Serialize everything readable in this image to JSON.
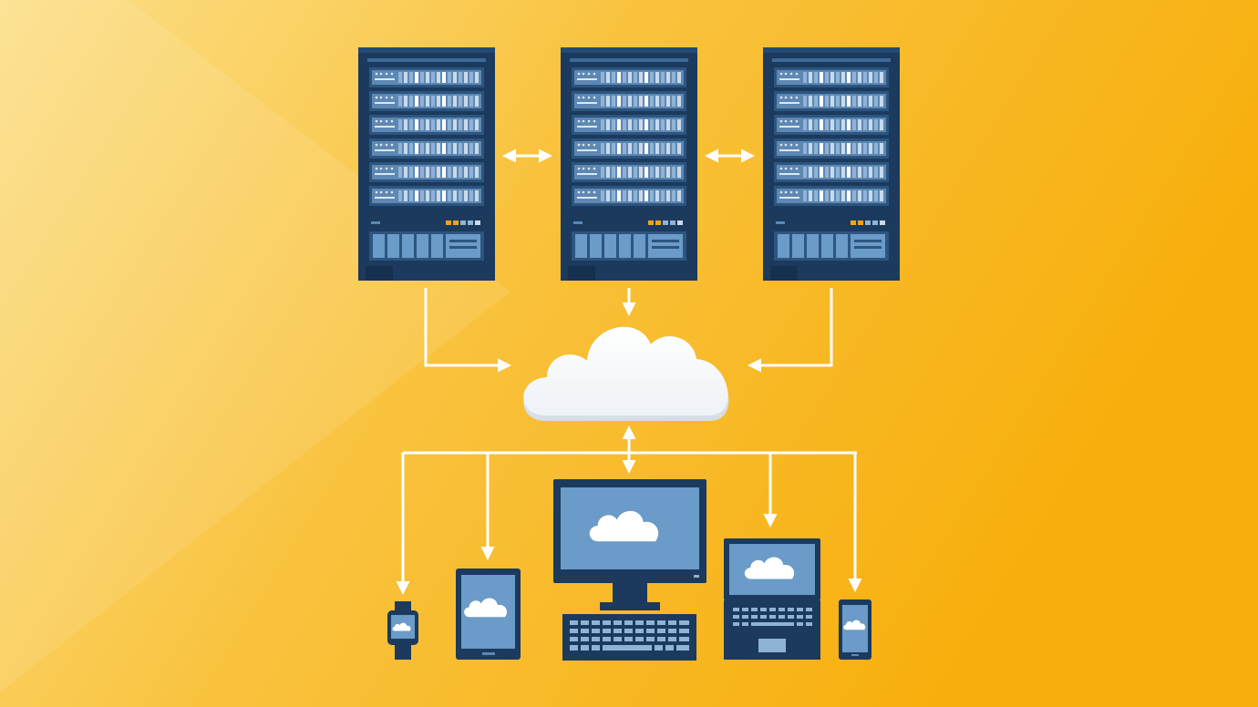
{
  "diagram": {
    "kind": "cloud-computing-illustration",
    "colors": {
      "background_light": "#FCE08A",
      "background_mid": "#F9C33F",
      "background_dark": "#F7AE0A",
      "rack_body": "#1B3A5E",
      "rack_panel": "#5E88B3",
      "rack_panel_light": "#8FB3D6",
      "device_screen": "#6B9BC8",
      "arrow": "#FFFFFF",
      "cloud": "#FFFFFF",
      "cloud_shadow": "#D6DEE7",
      "led_orange": "#F2A21B"
    },
    "servers": [
      {
        "id": "server-rack-1",
        "icon": "server-rack-icon"
      },
      {
        "id": "server-rack-2",
        "icon": "server-rack-icon"
      },
      {
        "id": "server-rack-3",
        "icon": "server-rack-icon"
      }
    ],
    "hub": {
      "id": "cloud-hub",
      "icon": "cloud-icon"
    },
    "devices": [
      {
        "id": "smartwatch",
        "icon": "smartwatch-icon"
      },
      {
        "id": "tablet",
        "icon": "tablet-icon"
      },
      {
        "id": "desktop-computer",
        "icon": "desktop-monitor-icon"
      },
      {
        "id": "laptop",
        "icon": "laptop-icon"
      },
      {
        "id": "smartphone",
        "icon": "smartphone-icon"
      }
    ],
    "connections": [
      {
        "from": "server-rack-1",
        "to": "server-rack-2",
        "direction": "bidirectional"
      },
      {
        "from": "server-rack-2",
        "to": "server-rack-3",
        "direction": "bidirectional"
      },
      {
        "from": "server-rack-1",
        "to": "cloud-hub",
        "direction": "forward"
      },
      {
        "from": "server-rack-2",
        "to": "cloud-hub",
        "direction": "forward"
      },
      {
        "from": "server-rack-3",
        "to": "cloud-hub",
        "direction": "forward"
      },
      {
        "from": "cloud-hub",
        "to": "device-bus",
        "direction": "bidirectional"
      },
      {
        "from": "device-bus",
        "to": "smartwatch",
        "direction": "forward"
      },
      {
        "from": "device-bus",
        "to": "tablet",
        "direction": "forward"
      },
      {
        "from": "device-bus",
        "to": "desktop-computer",
        "direction": "forward"
      },
      {
        "from": "device-bus",
        "to": "laptop",
        "direction": "forward"
      },
      {
        "from": "device-bus",
        "to": "smartphone",
        "direction": "forward"
      }
    ]
  }
}
